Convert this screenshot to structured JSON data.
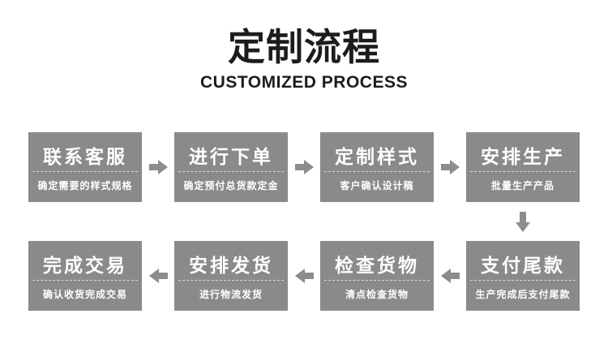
{
  "header": {
    "title": "定制流程",
    "subtitle": "CUSTOMIZED PROCESS"
  },
  "colors": {
    "page_bg": "#ffffff",
    "box_bg": "#8a8a8a",
    "arrow": "#8d8d8d",
    "heading_text": "#1c1c1c",
    "box_text": "#ffffff"
  },
  "icons": {
    "right_arrow": "block-arrow-right",
    "left_arrow": "block-arrow-left",
    "down_arrow": "block-arrow-down"
  },
  "flow": {
    "row1": {
      "direction": "right",
      "steps": [
        {
          "title": "联系客服",
          "subtitle": "确定需要的样式规格"
        },
        {
          "title": "进行下单",
          "subtitle": "确定预付总货款定金"
        },
        {
          "title": "定制样式",
          "subtitle": "客户确认设计稿"
        },
        {
          "title": "安排生产",
          "subtitle": "批量生产产品"
        }
      ]
    },
    "row2": {
      "direction": "left",
      "steps": [
        {
          "title": "完成交易",
          "subtitle": "确认收货完成交易"
        },
        {
          "title": "安排发货",
          "subtitle": "进行物流发货"
        },
        {
          "title": "检查货物",
          "subtitle": "清点检查货物"
        },
        {
          "title": "支付尾款",
          "subtitle": "生产完成后支付尾款"
        }
      ]
    }
  }
}
